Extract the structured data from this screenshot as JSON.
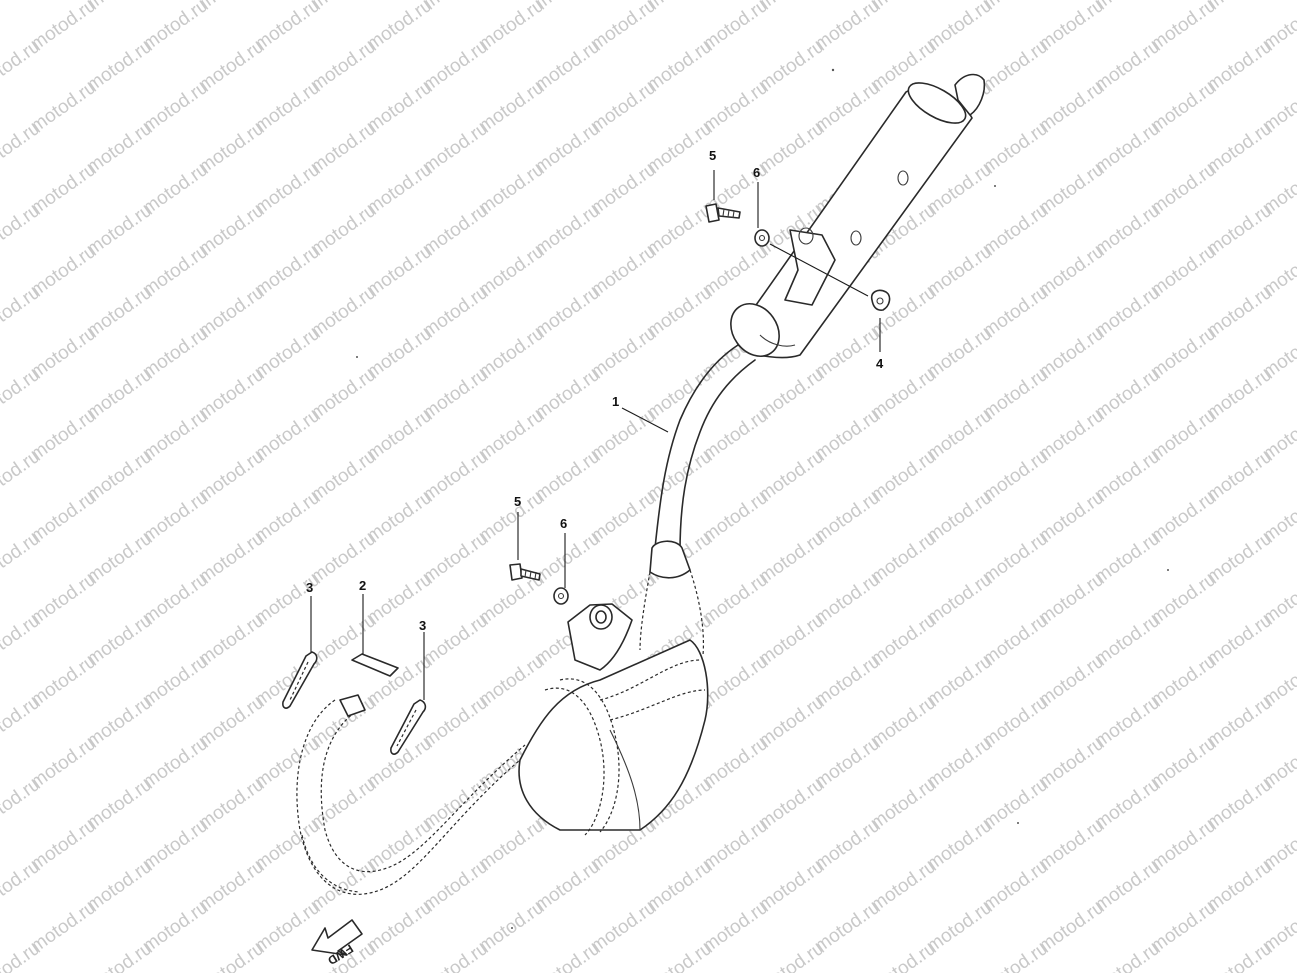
{
  "watermark": {
    "text": "motod.ru",
    "color": "#c9c9c9"
  },
  "callouts": {
    "c1": "1",
    "c2": "2",
    "c3a": "3",
    "c3b": "3",
    "c4": "4",
    "c5a": "5",
    "c5b": "5",
    "c6a": "6",
    "c6b": "6"
  },
  "fwd_label": "FWD",
  "line_color": "#2a2a2a"
}
